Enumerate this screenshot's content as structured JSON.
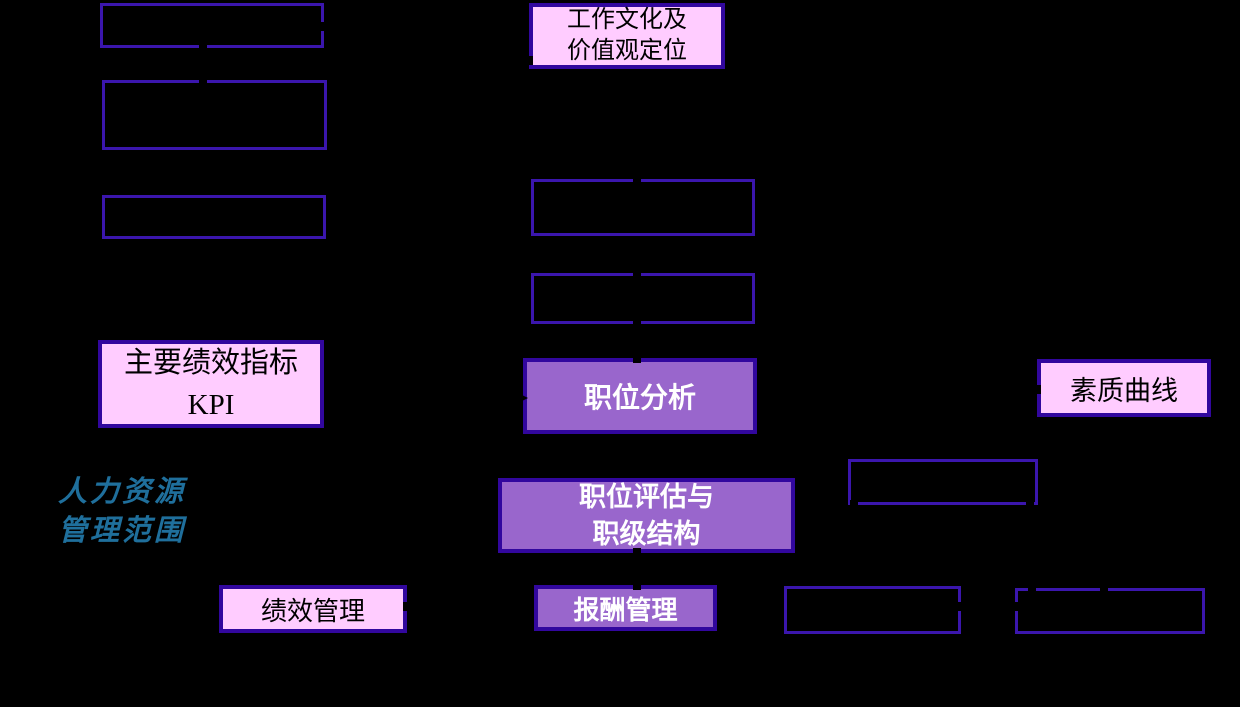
{
  "diagram": {
    "scope_label": {
      "line1": "人力资源",
      "line2": "管理范围"
    },
    "work_culture_box": {
      "line1": "工作文化及",
      "line2": "价值观定位"
    },
    "kpi_box": {
      "line1": "主要绩效指标",
      "line2": "KPI"
    },
    "job_analysis_box": {
      "label": "职位分析"
    },
    "quality_curve_box": {
      "label": "素质曲线"
    },
    "job_evaluation_box": {
      "line1": "职位评估与",
      "line2": "职级结构"
    },
    "performance_box": {
      "label": "绩效管理"
    },
    "compensation_box": {
      "label": "报酬管理"
    },
    "unlabeled_box_count": 8
  },
  "colors": {
    "background": "#000000",
    "pink_fill": "#FFCCFF",
    "purple_fill": "#9966CC",
    "colored_box_border": "#32079E",
    "outline_box_border": "#3B16AD",
    "scope_text": "#1F6F9C",
    "dark_text": "#000000",
    "light_text": "#FFFFFF"
  }
}
